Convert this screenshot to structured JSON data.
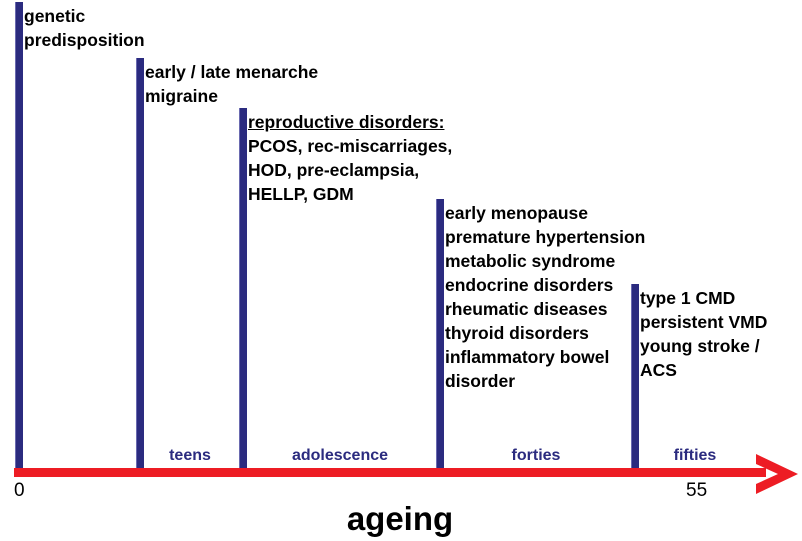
{
  "diagram": {
    "caption": "ageing",
    "axis": {
      "color": "#ed1c24",
      "start_value": "0",
      "end_value": "55"
    },
    "stem_color": "#2b2b7f",
    "era_label_color": "#2b2b7f",
    "milestones": [
      {
        "id": "genetic",
        "lines": [
          "genetic",
          "predisposition"
        ],
        "heading": null
      },
      {
        "id": "teens",
        "lines": [
          "early / late menarche",
          "migraine"
        ],
        "heading": null
      },
      {
        "id": "adolescence",
        "heading": "reproductive disorders:",
        "lines": [
          "PCOS, rec-miscarriages,",
          "HOD, pre-eclampsia,",
          "HELLP, GDM"
        ]
      },
      {
        "id": "forties",
        "heading": null,
        "lines": [
          "early menopause",
          "premature hypertension",
          "metabolic syndrome",
          "endocrine disorders",
          "rheumatic diseases",
          "thyroid disorders",
          "inflammatory bowel",
          "disorder"
        ]
      },
      {
        "id": "fifties",
        "heading": null,
        "lines": [
          "type 1 CMD",
          "persistent VMD",
          "young stroke /",
          "ACS"
        ]
      }
    ],
    "eras": [
      {
        "id": "teens",
        "label": "teens"
      },
      {
        "id": "adolescence",
        "label": "adolescence"
      },
      {
        "id": "forties",
        "label": "forties"
      },
      {
        "id": "fifties",
        "label": "fifties"
      }
    ]
  }
}
